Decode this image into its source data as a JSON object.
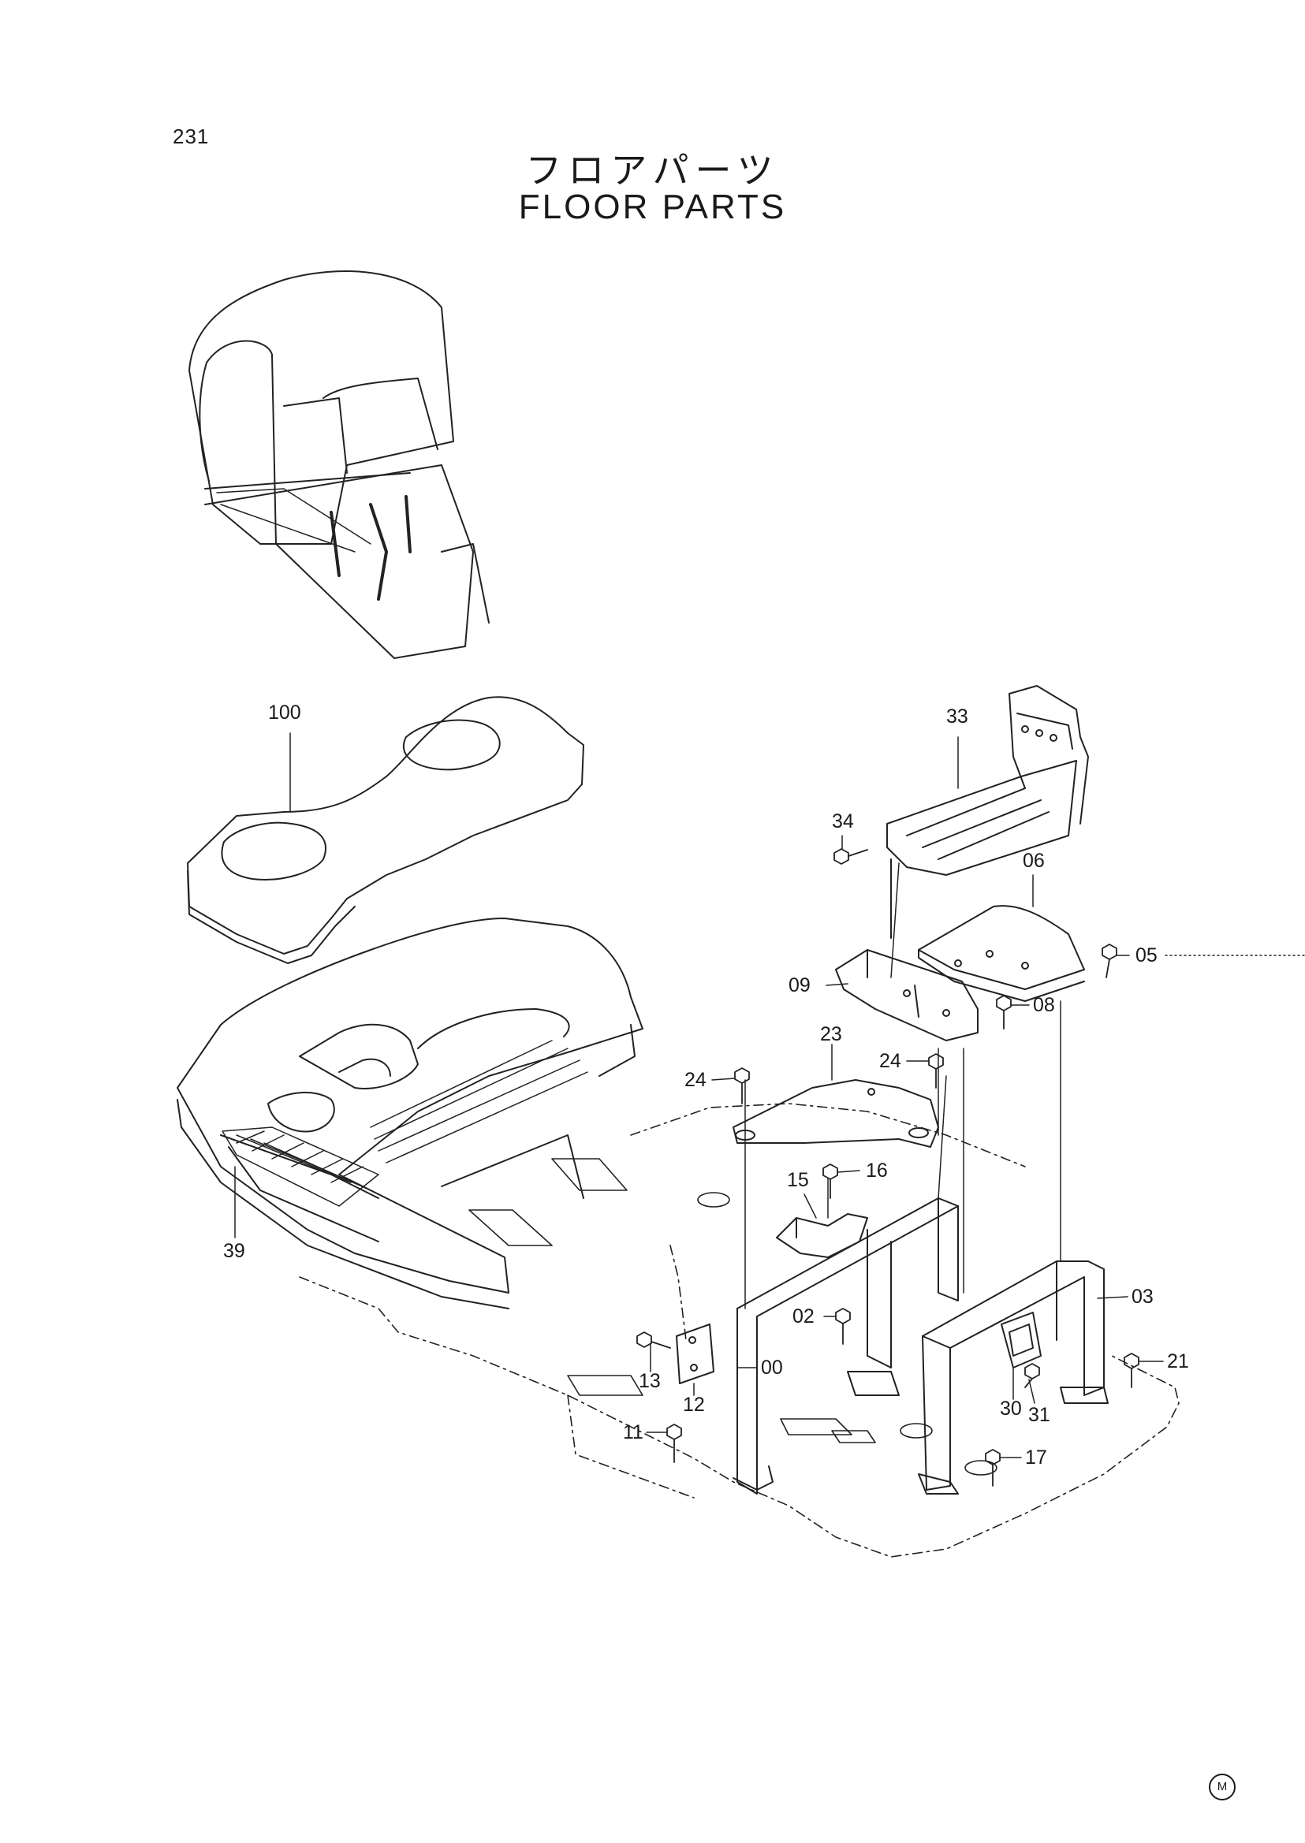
{
  "page_number": "231",
  "title_jp": "フロアパーツ",
  "title_en": "FLOOR PARTS",
  "mark": "M",
  "part_labels": {
    "p100": "100",
    "p39": "39",
    "p33": "33",
    "p34": "34",
    "p06": "06",
    "p05": "05",
    "p09": "09",
    "p08": "08",
    "p23": "23",
    "p24a": "24",
    "p24b": "24",
    "p15": "15",
    "p16": "16",
    "p03": "03",
    "p02": "02",
    "p21": "21",
    "p13": "13",
    "p12": "12",
    "p00": "00",
    "p30": "30",
    "p31": "31",
    "p11": "11",
    "p17": "17"
  }
}
